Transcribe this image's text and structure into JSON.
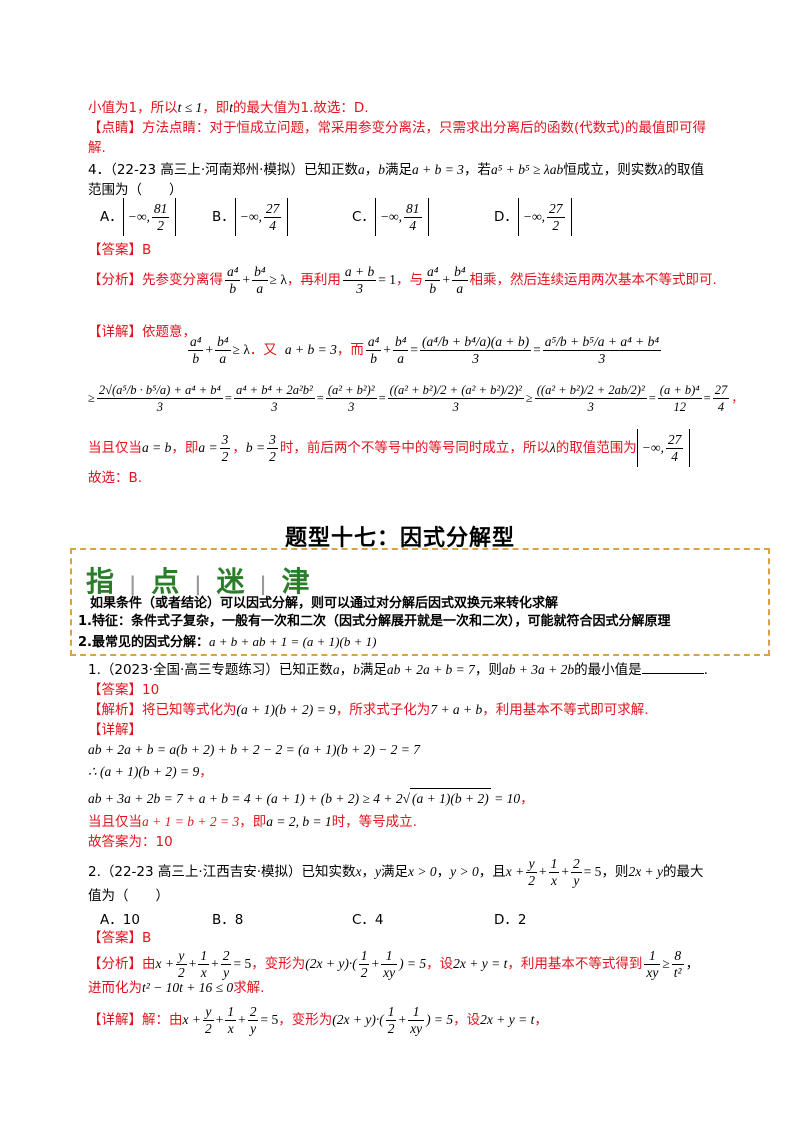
{
  "top": {
    "line1_a": "小值为1，所以",
    "line1_math": "t ≤ 1",
    "line1_b": "，即",
    "line1_t": "t",
    "line1_c": "的最大值为1.故选：D.",
    "tip_tag": "【点睛】",
    "tip_text": "方法点睛：对于恒成立问题，常采用参变分离法，只需求出分离后的函数(代数式)的最值即可得",
    "tip_text2": "解."
  },
  "q4": {
    "stem_a": "4．（22-23 高三上·河南郑州·模拟）已知正数",
    "stem_b": "，",
    "stem_c": "满足",
    "stem_cond": "a + b = 3",
    "stem_d": "，若",
    "stem_ineq": "a⁵ + b⁵ ≥ λab",
    "stem_e": "恒成立，则实数",
    "stem_f": "的取值",
    "stem_line2": "范围为（　　）",
    "options": [
      {
        "label": "A．",
        "num": "81",
        "den": "2"
      },
      {
        "label": "B．",
        "num": "27",
        "den": "4"
      },
      {
        "label": "C．",
        "num": "81",
        "den": "4"
      },
      {
        "label": "D．",
        "num": "27",
        "den": "2"
      }
    ],
    "answer_tag": "【答案】",
    "answer": "B",
    "analysis_tag": "【分析】",
    "analysis_a": "先参变分离得",
    "analysis_b": "，再利用",
    "analysis_c": "，与",
    "analysis_d": "相乘，然后连续运用两次基本不等式即可.",
    "detail_tag": "【详解】",
    "detail_a": "依题意，",
    "detail_b": "．又",
    "detail_c": "，而",
    "cond_line_a": "当且仅当",
    "cond_line_b": "，即",
    "cond_line_c": "，",
    "cond_line_d": "时，前后两个不等号中的等号同时成立，所以",
    "cond_line_e": "的取值范围为",
    "final": "故选：B."
  },
  "section": {
    "title": "题型十七：因式分解型",
    "banner": [
      "指",
      "点",
      "迷",
      "津"
    ],
    "line1": "如果条件（或者结论）可以因式分解，则可以通过对分解后因式双换元来转化求解",
    "line2": "1.特征：条件式子复杂，一般有一次和二次（因式分解展开就是一次和二次），可能就符合因式分解原理",
    "line3": "2.最常见的因式分解：",
    "line3_math": "a + b + ab + 1 = (a + 1)(b + 1)"
  },
  "q1": {
    "stem_a": "1.（2023·全国·高三专题练习）已知正数",
    "stem_b": "，",
    "stem_c": "满足",
    "stem_cond": "ab + 2a + b = 7",
    "stem_d": "，则",
    "stem_expr": "ab + 3a + 2b",
    "stem_e": "的最小值是",
    "answer_tag": "【答案】",
    "answer": "10",
    "analysis_tag": "【解析】",
    "analysis_a": "将已知等式化为",
    "analysis_eq": "(a + 1)(b + 2) = 9",
    "analysis_b": "，所求式子化为",
    "analysis_eq2": "7 + a + b",
    "analysis_c": "，利用基本不等式即可求解.",
    "detail_tag": "【详解】",
    "detail_eq1": "ab + 2a + b = a(b + 2) + b + 2 − 2 = (a + 1)(b + 2) − 2 = 7",
    "detail_eq2": "∴ (a + 1)(b + 2) = 9",
    "detail_eq3a": "ab + 3a + 2b = 7 + a + b = 4 + (a + 1) + (b + 2) ≥ 4 + 2",
    "detail_eq3sqrt": "(a + 1)(b + 2)",
    "detail_eq3b": " = 10",
    "cond_a": "当且仅当",
    "cond_eq": "a + 1 = b + 2 = 3",
    "cond_b": "，即",
    "cond_eq2": "a = 2, b = 1",
    "cond_c": "时，等号成立.",
    "final": "故答案为：10"
  },
  "q2": {
    "stem_a": "2.（22-23 高三上·江西吉安·模拟）已知实数",
    "stem_b": "，",
    "stem_c": "满足",
    "stem_d": "，",
    "stem_e": "，且",
    "stem_f": "，则",
    "stem_g": "的最大",
    "stem_line2": "值为（　　）",
    "options": [
      "A．10",
      "B．8",
      "C．4",
      "D．2"
    ],
    "answer_tag": "【答案】",
    "answer": "B",
    "analysis_tag": "【分析】",
    "analysis_a": "由",
    "analysis_b": "，变形为",
    "analysis_c": "，设",
    "analysis_d": "，利用基本不等式得到",
    "analysis_line2a": "进而化为",
    "analysis_line2m": "t² − 10t + 16 ≤ 0",
    "analysis_line2b": "求解.",
    "detail_tag": "【详解】",
    "detail_a": "解：由",
    "detail_b": "，变形为",
    "detail_c": "，设"
  }
}
